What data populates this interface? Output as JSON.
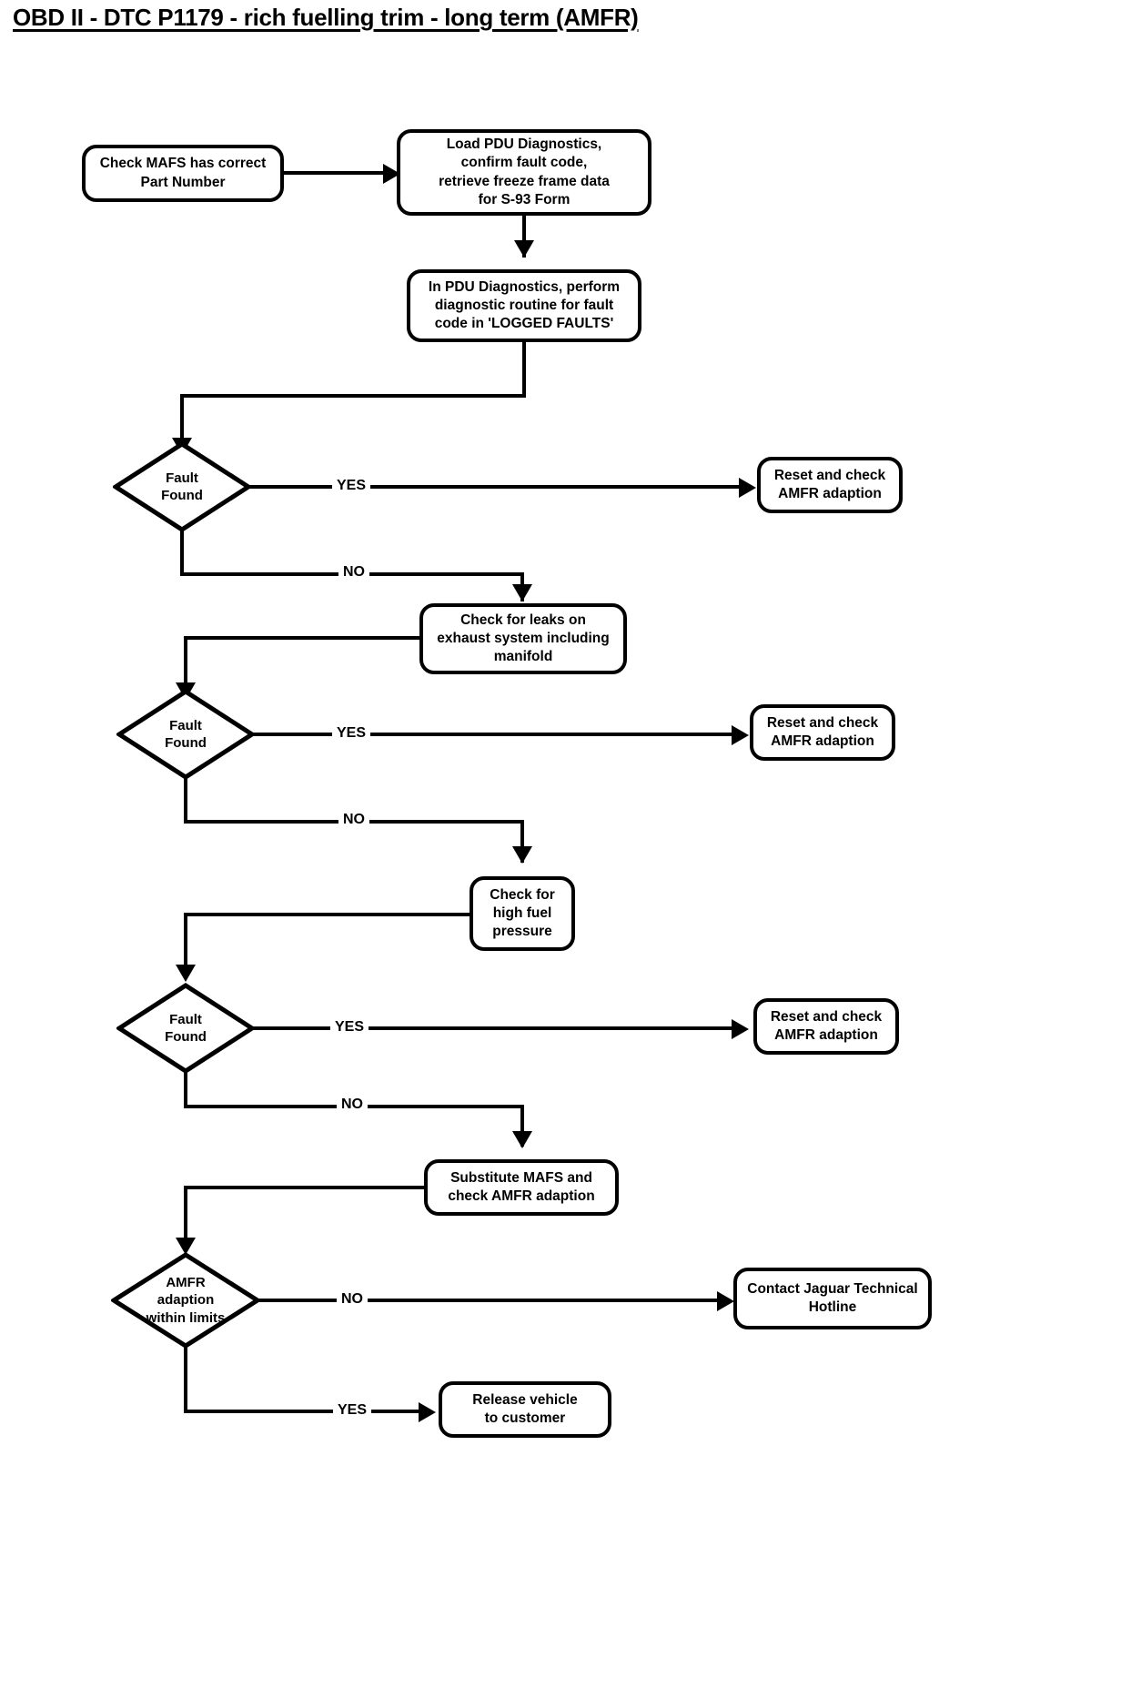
{
  "document": {
    "title": "OBD II - DTC P1179 - rich fuelling trim - long term (AMFR)"
  },
  "chart_data": {
    "type": "diagram",
    "subtype": "flowchart",
    "title": "OBD II - DTC P1179 - rich fuelling trim - long term (AMFR)",
    "orientation": "top-to-bottom",
    "nodes": [
      {
        "id": "n1",
        "shape": "process",
        "text": "Check MAFS has correct\nPart Number"
      },
      {
        "id": "n2",
        "shape": "process",
        "text": "Load PDU Diagnostics,\nconfirm fault code,\nretrieve freeze frame data\nfor S-93 Form"
      },
      {
        "id": "n3",
        "shape": "process",
        "text": "In PDU Diagnostics, perform\ndiagnostic routine for fault\ncode in  'LOGGED FAULTS'"
      },
      {
        "id": "d1",
        "shape": "decision",
        "text": "Fault\nFound"
      },
      {
        "id": "r1",
        "shape": "process",
        "text": "Reset and check\nAMFR adaption"
      },
      {
        "id": "n4",
        "shape": "process",
        "text": "Check for leaks on\nexhaust system including\nmanifold"
      },
      {
        "id": "d2",
        "shape": "decision",
        "text": "Fault\nFound"
      },
      {
        "id": "r2",
        "shape": "process",
        "text": "Reset and check\nAMFR adaption"
      },
      {
        "id": "n5",
        "shape": "process",
        "text": "Check for\nhigh fuel\npressure"
      },
      {
        "id": "d3",
        "shape": "decision",
        "text": "Fault\nFound"
      },
      {
        "id": "r3",
        "shape": "process",
        "text": "Reset and check\nAMFR adaption"
      },
      {
        "id": "n6",
        "shape": "process",
        "text": "Substitute MAFS and\ncheck AMFR adaption"
      },
      {
        "id": "d4",
        "shape": "decision",
        "text": "AMFR\nadaption\nwithin limits"
      },
      {
        "id": "r4",
        "shape": "process",
        "text": "Contact Jaguar Technical\nHotline"
      },
      {
        "id": "r5",
        "shape": "process",
        "text": "Release vehicle\nto customer"
      }
    ],
    "edges": [
      {
        "from": "n1",
        "to": "n2",
        "label": ""
      },
      {
        "from": "n2",
        "to": "n3",
        "label": ""
      },
      {
        "from": "n3",
        "to": "d1",
        "label": ""
      },
      {
        "from": "d1",
        "to": "r1",
        "label": "YES"
      },
      {
        "from": "d1",
        "to": "n4",
        "label": "NO"
      },
      {
        "from": "n4",
        "to": "d2",
        "label": ""
      },
      {
        "from": "d2",
        "to": "r2",
        "label": "YES"
      },
      {
        "from": "d2",
        "to": "n5",
        "label": "NO"
      },
      {
        "from": "n5",
        "to": "d3",
        "label": ""
      },
      {
        "from": "d3",
        "to": "r3",
        "label": "YES"
      },
      {
        "from": "d3",
        "to": "n6",
        "label": "NO"
      },
      {
        "from": "n6",
        "to": "d4",
        "label": ""
      },
      {
        "from": "d4",
        "to": "r4",
        "label": "NO"
      },
      {
        "from": "d4",
        "to": "r5",
        "label": "YES"
      }
    ],
    "edge_labels": {
      "yes1": "YES",
      "no1": "NO",
      "yes2": "YES",
      "no2": "NO",
      "yes3": "YES",
      "no3": "NO",
      "no4": "NO",
      "yes4": "YES"
    },
    "colors": {
      "stroke": "#000000",
      "fill": "#ffffff",
      "text": "#000000"
    }
  }
}
